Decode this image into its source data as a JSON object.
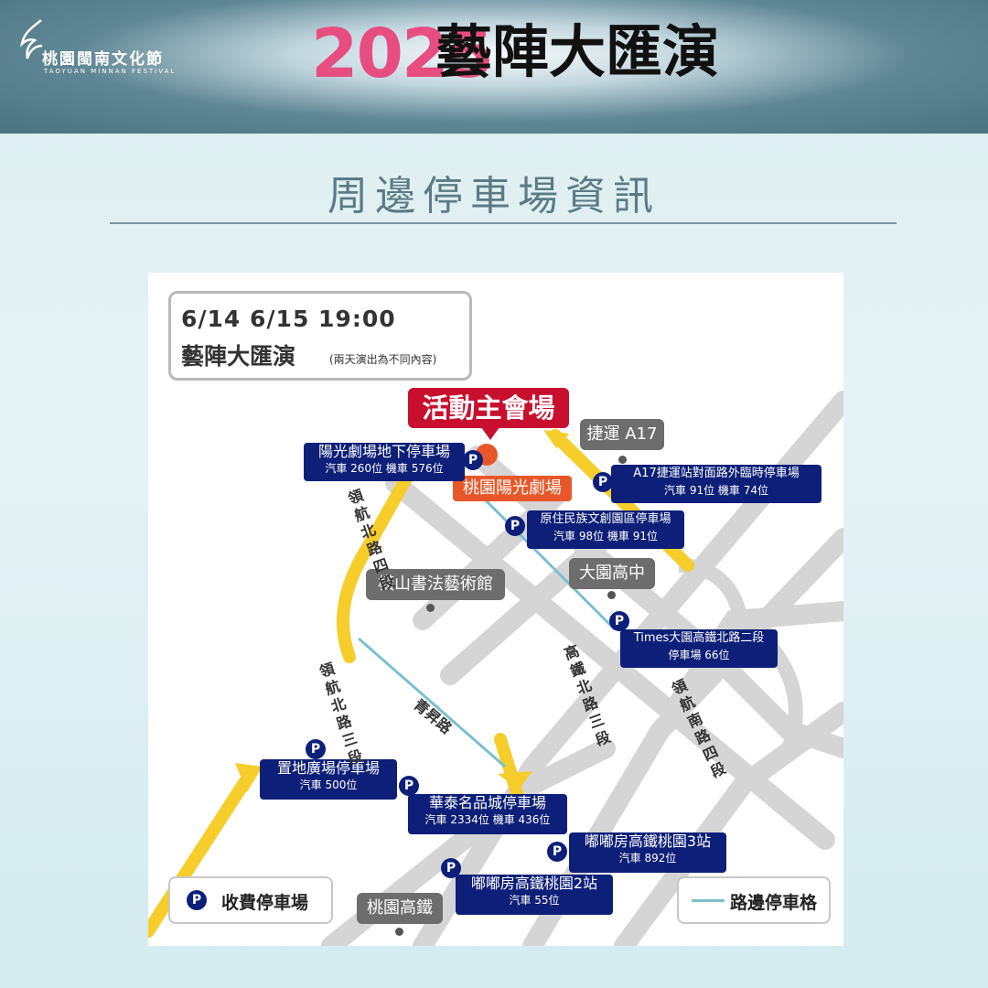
{
  "header": {
    "logo_main": "桃園閩南文化節",
    "logo_sub": "TAOYUAN MINNAN FESTIVAL",
    "year": "2025",
    "title": "藝陣大匯演"
  },
  "subtitle": "周邊停車場資訊",
  "info": {
    "dates": "6/14  6/15  19:00",
    "event": "藝陣大匯演",
    "note": "(兩天演出為不同內容)"
  },
  "venue": {
    "main_label": "活動主會場",
    "name": "桃園陽光劇場"
  },
  "landmarks": {
    "mrt": "捷運 A17",
    "hengshan": "橫山書法藝術館",
    "dayuan_high": "大園高中",
    "thsr": "桃園高鐵"
  },
  "parking": [
    {
      "name": "陽光劇場地下停車場",
      "cap": "汽車 260位  機車 576位"
    },
    {
      "name": "A17捷運站對面路外臨時停車場",
      "cap": "汽車 91位  機車 74位"
    },
    {
      "name": "原住民族文創園區停車場",
      "cap": "汽車 98位  機車 91位"
    },
    {
      "name": "Times大園高鐵北路二段",
      "cap": "停車場 66位"
    },
    {
      "name": "置地廣場停車場",
      "cap": "汽車 500位"
    },
    {
      "name": "華泰名品城停車場",
      "cap": "汽車 2334位  機車 436位"
    },
    {
      "name": "嘟嘟房高鐵桃園3站",
      "cap": "汽車 892位"
    },
    {
      "name": "嘟嘟房高鐵桃園2站",
      "cap": "汽車 55位"
    }
  ],
  "roads": {
    "r1": "領航北路四段",
    "r2": "領航北路三段",
    "r3": "青昇路",
    "r4": "高鐵北路三段",
    "r5": "領航南路四段"
  },
  "legend": {
    "paid": "收費停車場",
    "p_symbol": "P",
    "street": "路邊停車格"
  },
  "colors": {
    "parking_bg": "#0d1f78",
    "venue_red": "#c8102e",
    "venue_orange": "#e8572a",
    "road_yellow": "#f6cd2a",
    "street_line": "#7bbfd0"
  }
}
